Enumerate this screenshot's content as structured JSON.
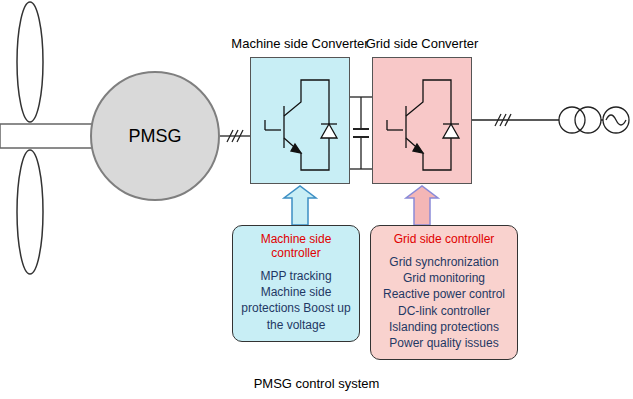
{
  "diagram": {
    "caption": "PMSG control system",
    "nodes": [
      {
        "text": [
          "PMSG"
        ]
      },
      {
        "text": [
          "Machine side Converter"
        ]
      },
      {
        "text": [
          "Grid side Converter"
        ]
      },
      {
        "text": [
          "Machine side controller",
          "MPP tracking Machine side protections Boost up the voltage"
        ]
      },
      {
        "text": [
          "Grid side controller",
          "Grid synchronization Grid monitoring Reactive power control DC-link controller Islanding protections Power quality issues"
        ]
      }
    ],
    "edges": [
      {
        "from": 0,
        "to": 1,
        "arrow": "none"
      },
      {
        "from": 1,
        "to": 2,
        "arrow": "none"
      },
      {
        "from": 3,
        "to": 1,
        "arrow": "to"
      },
      {
        "from": 4,
        "to": 2,
        "arrow": "to"
      }
    ]
  }
}
